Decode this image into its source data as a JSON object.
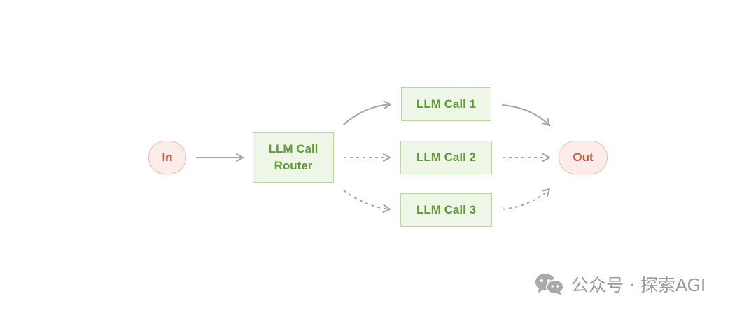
{
  "diagram": {
    "nodes": {
      "input": "In",
      "output": "Out",
      "router": "LLM Call\nRouter",
      "call_1": "LLM Call 1",
      "call_2": "LLM Call 2",
      "call_3": "LLM Call 3"
    }
  },
  "colors": {
    "terminal_fill": "#fbece7",
    "terminal_border": "#f1b9a7",
    "terminal_text": "#c8593a",
    "llm_fill": "#eef6e8",
    "llm_border": "#b6dba0",
    "llm_text": "#5f9a36",
    "arrow": "#a3a3a3"
  },
  "watermark": {
    "icon": "wechat-icon",
    "text": "公众号 · 探索AGI"
  }
}
